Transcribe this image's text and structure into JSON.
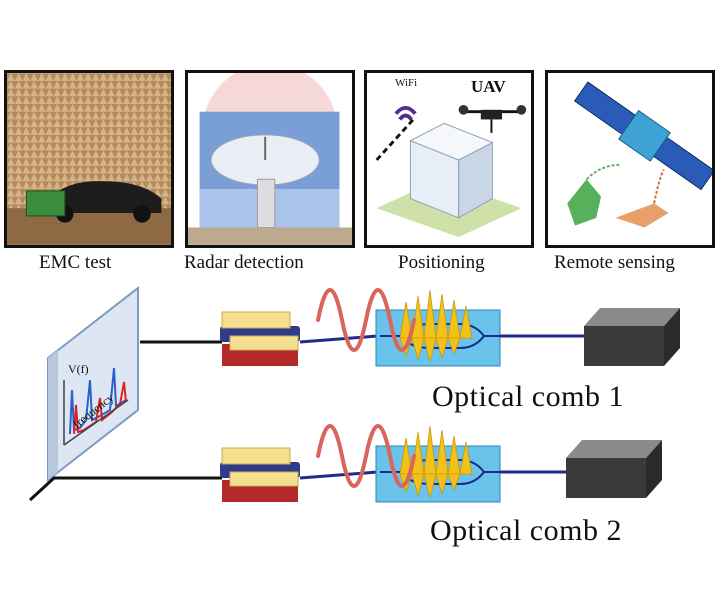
{
  "applications": [
    {
      "id": "emc",
      "caption": "EMC test"
    },
    {
      "id": "radar",
      "caption": "Radar detection"
    },
    {
      "id": "positioning",
      "caption": "Positioning",
      "labels": {
        "wifi": "WiFi",
        "uav": "UAV"
      }
    },
    {
      "id": "remote",
      "caption": "Remote sensing"
    }
  ],
  "diagram": {
    "combs": [
      {
        "label": "Optical comb 1"
      },
      {
        "label": "Optical comb 2"
      }
    ],
    "spectrum": {
      "y_label": "V(f)",
      "x_label": "frequency"
    }
  },
  "colors": {
    "rf_wave": "#d9665a",
    "comb_teeth": "#f2c21a",
    "modulator_body": "#69c3ea",
    "fiber": "#1f2a8a",
    "laser_box": "#3a3a3a",
    "electrode": "#f3df8f"
  }
}
